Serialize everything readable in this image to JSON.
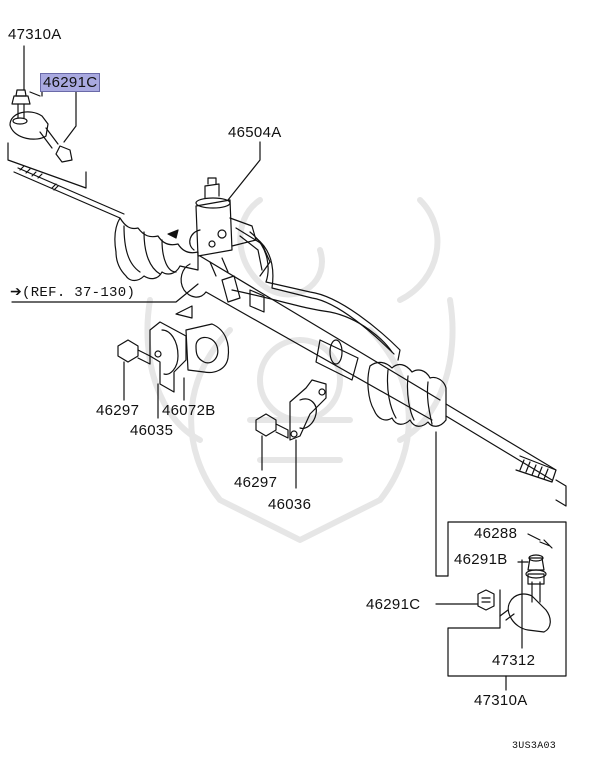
{
  "labels": {
    "p47310A_top": "47310A",
    "p46291C_top": "46291C",
    "p46504A": "46504A",
    "ref": "(REF. 37-130)",
    "p46297_left": "46297",
    "p46072B": "46072B",
    "p46035": "46035",
    "p46297_mid": "46297",
    "p46036": "46036",
    "p46288": "46288",
    "p46291B": "46291B",
    "p46291C_bottom": "46291C",
    "p47312": "47312",
    "p47310A_bottom": "47310A",
    "diagram_code": "3US3A03"
  },
  "highlight_color": "#a9a9e0",
  "icons": {
    "ref_arrow": "right-arrow-icon",
    "watermark": "samurai-helmet-watermark"
  }
}
